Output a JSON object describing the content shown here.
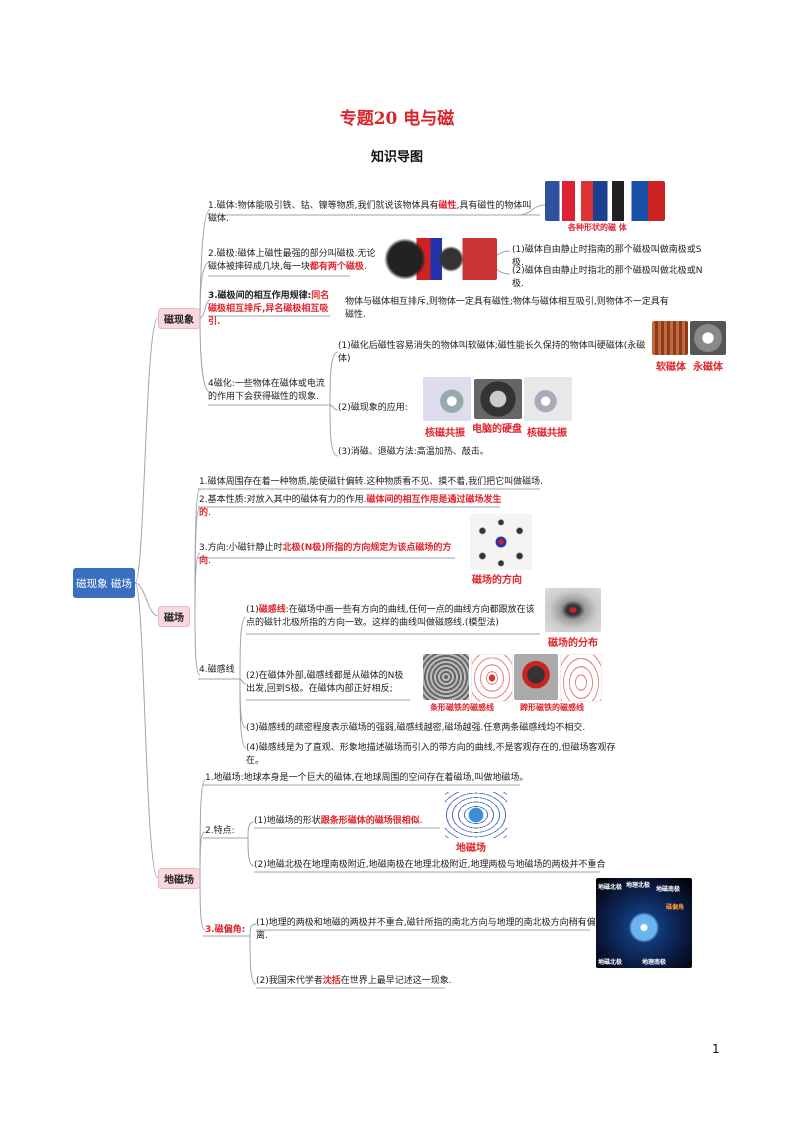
{
  "title": "专题20  电与磁",
  "subtitle": "知识导图",
  "root": "磁现象  磁场",
  "page_number": "1",
  "sections": {
    "cixianxiang": {
      "label": "磁现象",
      "item1": {
        "a": "1.磁体:物体能吸引铁、钴、镍等物质,我们就说该物体具有",
        "b": "磁性",
        "c": ",具有磁性的物体叫磁体."
      },
      "item1_caption": "各种形状的磁 体",
      "item2": {
        "a": "2.磁极:磁体上磁性最强的部分叫磁极.无论磁体被摔碎成几块,每一块",
        "b": "都有两个磁极",
        "c": "."
      },
      "item2_sub1": "(1)磁体自由静止时指南的那个磁极叫做南极或S极.",
      "item2_sub2": "(2)磁体自由静止时指北的那个磁极叫做北极或N极.",
      "item3": {
        "a": "3.磁极间的相互作用规律:",
        "b": "同名磁极相互排斥,异名磁极相互吸引."
      },
      "item3_note": "物体与磁体相互排斥,则物体一定具有磁性;物体与磁体相互吸引,则物体不一定具有磁性.",
      "item4": "4磁化:一些物体在磁体或电流的作用下会获得磁性的现象.",
      "item4_sub1": "(1)磁化后磁性容易消失的物体叫软磁体;磁性能长久保持的物体叫硬磁体(永磁体)",
      "item4_sub1_caps": [
        "软磁体",
        "永磁体"
      ],
      "item4_sub2": "(2)磁现象的应用:",
      "item4_sub2_caps": [
        "核磁共振",
        "电脑的硬盘",
        "核磁共振"
      ],
      "item4_sub3": "(3)消磁、退磁方法:高温加热、敲击。"
    },
    "cichang": {
      "label": "磁场",
      "item1": "1.磁体周围存在着一种物质,能使磁针偏转.这种物质看不见、摸不着,我们把它叫做磁场.",
      "item2": {
        "a": "2.基本性质:对放入其中的磁体有力的作用.",
        "b": "磁体间的相互作用是通过磁场发生的",
        "c": "."
      },
      "item3": {
        "a": "3.方向:小磁针静止时",
        "b": "北极(N极)所指的方向规定为该点磁场的方向",
        "c": "."
      },
      "item3_caption": "磁场的方向",
      "item4": "4.磁感线",
      "sub1": {
        "a": "(1)",
        "b": "磁感线",
        "c": ":在磁场中画一些有方向的曲线,任何一点的曲线方向都跟放在该点的磁针北极所指的方向一致。这样的曲线叫做磁感线.(模型法)"
      },
      "sub1_caption": "磁场的分布",
      "sub2": "(2)在磁体外部,磁感线都是从磁体的N极出发,回到S极。在磁体内部正好相反;",
      "sub2_caps": [
        "条形磁铁的磁感线",
        "蹄形磁铁的磁感线"
      ],
      "sub3": "(3)磁感线的疏密程度表示磁场的强弱,磁感线越密,磁场越强.任意两条磁感线均不相交.",
      "sub4": "(4)磁感线是为了直观、形象地描述磁场而引入的带方向的曲线,不是客观存在的,但磁场客观存在。"
    },
    "dicichang": {
      "label": "地磁场",
      "item1": "1.地磁场:地球本身是一个巨大的磁体,在地球周围的空间存在着磁场,叫做地磁场。",
      "item2": "2.特点:",
      "item2_sub1": {
        "a": "(1)地磁场的形状",
        "b": "跟条形磁体的磁场很相似",
        "c": "."
      },
      "item2_caption": "地磁场",
      "item2_sub2": "(2)地磁北极在地理南极附近,地磁南极在地理北极附近,地理两极与地磁场的两极并不重合",
      "item3": "3.磁偏角:",
      "item3_sub1": "(1)地理的两极和地磁的两极并不重合,磁针所指的南北方向与地理的南北极方向稍有偏离.",
      "item3_img_labels": [
        "地磁北极",
        "地理北极",
        "地磁南极",
        "磁偏角",
        "地磁北极",
        "地理南极"
      ],
      "item3_sub2": {
        "a": "(2)我国宋代学者",
        "b": "沈括",
        "c": "在世界上最早记述这一现象."
      }
    }
  },
  "colors": {
    "accent_red": "#e0262d",
    "root_blue": "#3a6fc0",
    "category_pink": "#f7d9dc"
  }
}
